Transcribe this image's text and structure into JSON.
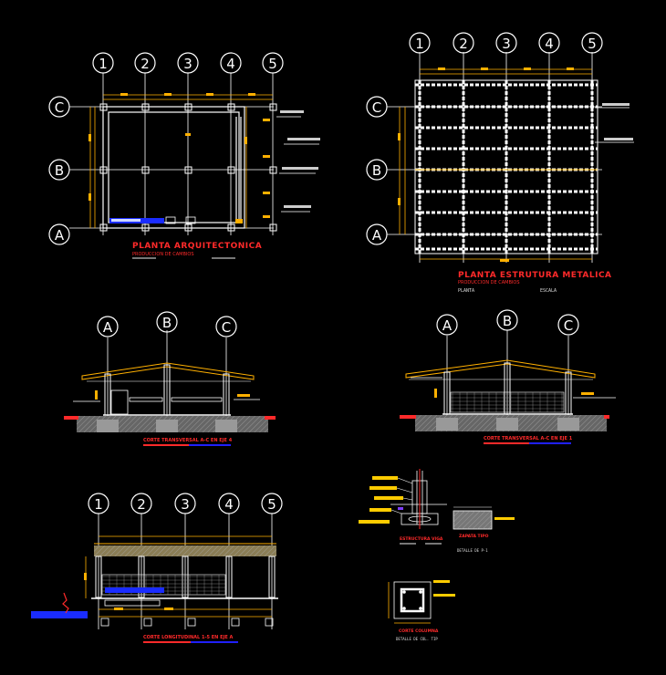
{
  "colors": {
    "background": "#000000",
    "line": "#ffffff",
    "dimension": "#ffb000",
    "title": "#ff2a2a",
    "underline_red": "#ff2a2a",
    "underline_blue": "#2020ff",
    "ground": "#888888",
    "rebar": "#ffcc00"
  },
  "grid_labels": {
    "numbers": [
      "1",
      "2",
      "3",
      "4",
      "5"
    ],
    "letters": [
      "A",
      "B",
      "C"
    ],
    "letters_top_down": [
      "C",
      "B",
      "A"
    ]
  },
  "plan_arch": {
    "title": "PLANTA ARQUITECTONICA",
    "subtitle": "PRODUCCION DE CAMBIOS"
  },
  "plan_struct": {
    "title": "PLANTA ESTRUTURA METALICA",
    "subtitle": "PRODUCCION DE CAMBIOS",
    "scale_left": "PLANTA",
    "scale_right": "ESCALA"
  },
  "section_1": {
    "title": "CORTE TRANSVERSAL A-C EN EJE 4"
  },
  "section_2": {
    "title": "CORTE TRANSVERSAL A-C EN EJE 1"
  },
  "section_3": {
    "title": "CORTE LONGITUDINAL 1-5 EN EJE A"
  },
  "details": {
    "column_title": "ESTRUCTURA VIGA",
    "pile_title": "ZAPATA TIPO",
    "pile_sub": "DETALLE DE P-1",
    "section_title": "CORTE COLUMNA",
    "section_sub": "DETALLE DE COL. TIP"
  }
}
